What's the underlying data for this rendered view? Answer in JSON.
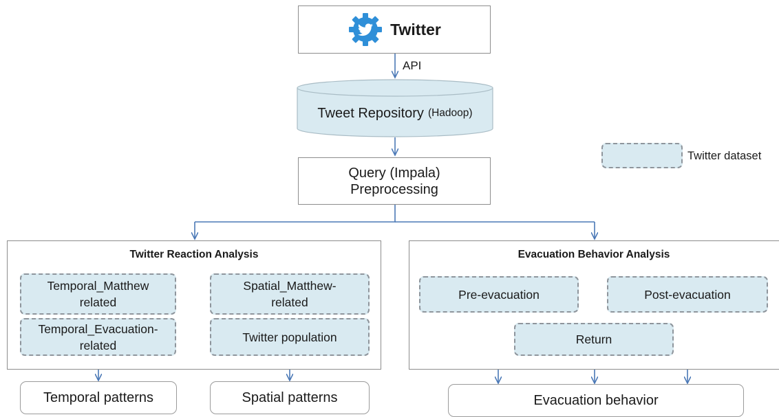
{
  "source": {
    "label": "Twitter"
  },
  "api_label": "API",
  "repository": {
    "label": "Tweet Repository",
    "sub": "(Hadoop)"
  },
  "query": {
    "line1": "Query (Impala)",
    "line2": "Preprocessing"
  },
  "legend": {
    "label": "Twitter dataset"
  },
  "reaction": {
    "title": "Twitter Reaction Analysis",
    "temporal_matthew": "Temporal_Matthew related",
    "temporal_evacuation": "Temporal_Evacuation-related",
    "spatial_matthew": "Spatial_Matthew-related",
    "twitter_population": "Twitter population"
  },
  "evacuation": {
    "title": "Evacuation Behavior Analysis",
    "pre": "Pre-evacuation",
    "post": "Post-evacuation",
    "ret": "Return"
  },
  "outputs": {
    "temporal": "Temporal patterns",
    "spatial": "Spatial patterns",
    "behavior": "Evacuation behavior"
  },
  "colors": {
    "arrow": "#4a78b6",
    "dataset_fill": "#d9eaf1",
    "twitter_blue": "#2f8fd8"
  }
}
